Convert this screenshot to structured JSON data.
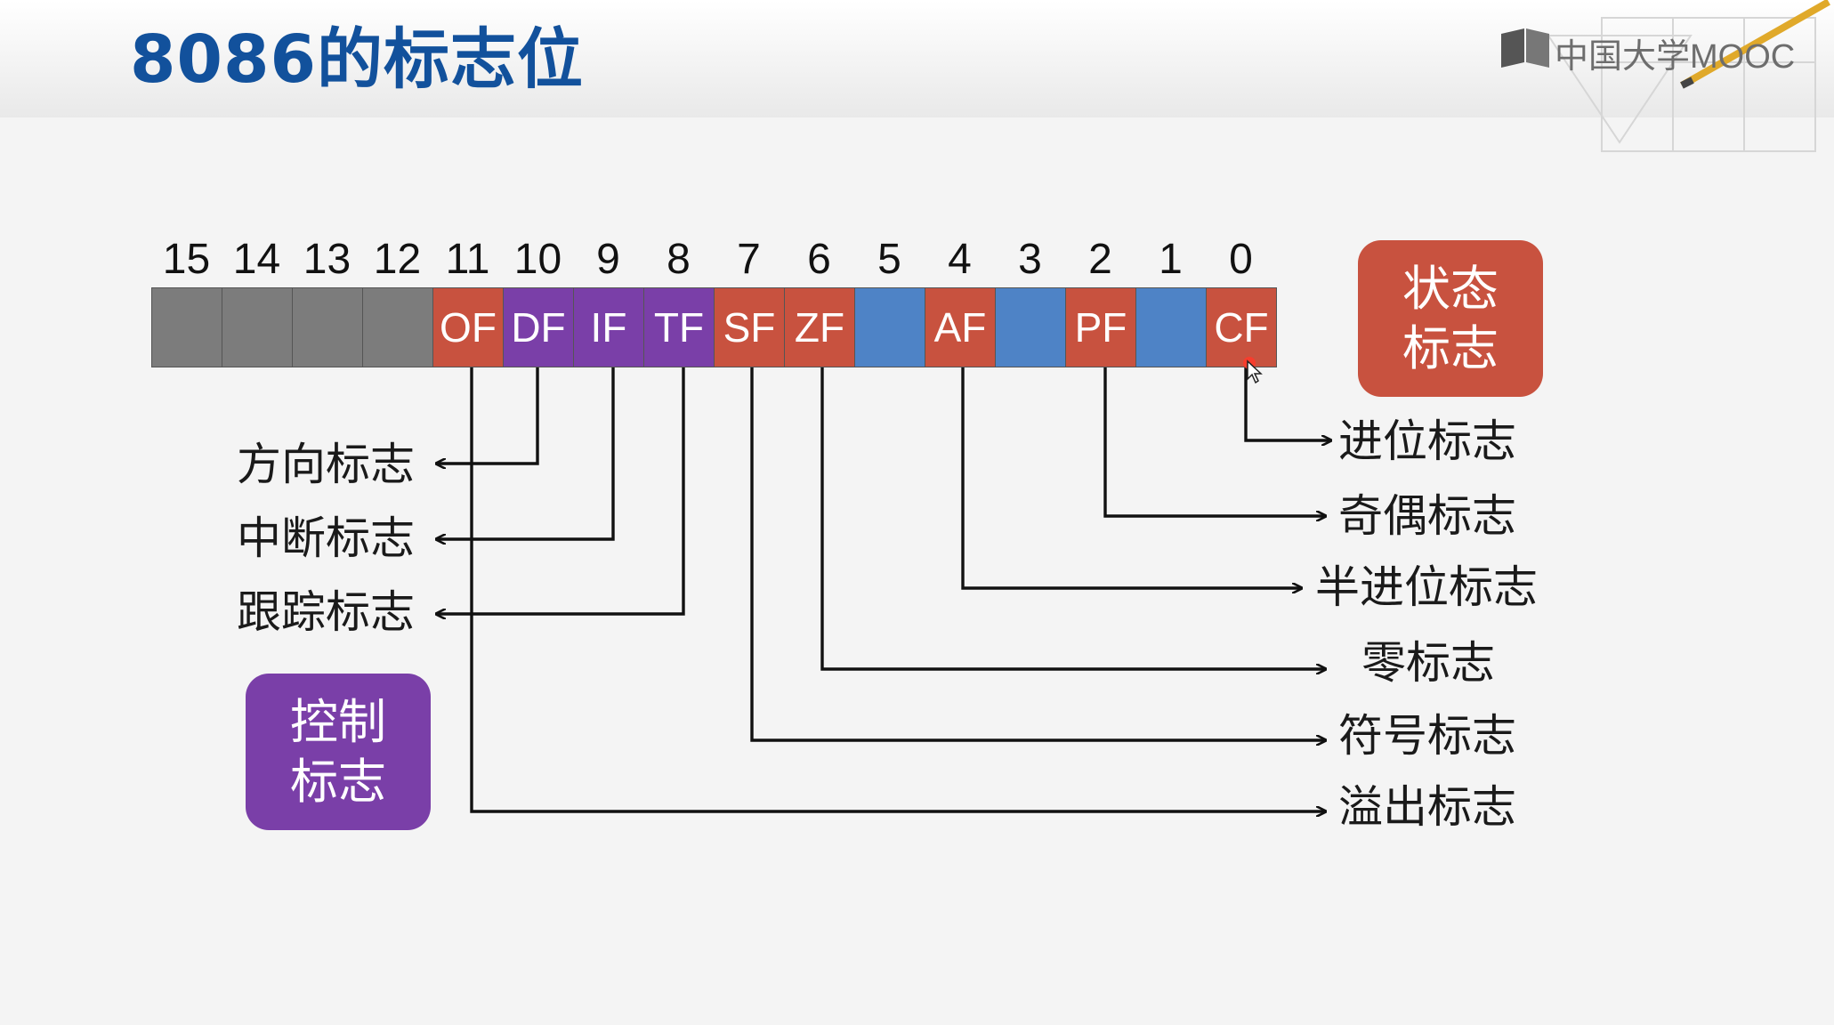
{
  "title": "8086的标志位",
  "logo": {
    "text": "中国大学MOOC"
  },
  "register": {
    "bits": [
      {
        "num": "15",
        "flag": "",
        "type": "reserved"
      },
      {
        "num": "14",
        "flag": "",
        "type": "reserved"
      },
      {
        "num": "13",
        "flag": "",
        "type": "reserved"
      },
      {
        "num": "12",
        "flag": "",
        "type": "reserved"
      },
      {
        "num": "11",
        "flag": "OF",
        "type": "status"
      },
      {
        "num": "10",
        "flag": "DF",
        "type": "control"
      },
      {
        "num": "9",
        "flag": "IF",
        "type": "control"
      },
      {
        "num": "8",
        "flag": "TF",
        "type": "control"
      },
      {
        "num": "7",
        "flag": "SF",
        "type": "status"
      },
      {
        "num": "6",
        "flag": "ZF",
        "type": "status"
      },
      {
        "num": "5",
        "flag": "",
        "type": "empty"
      },
      {
        "num": "4",
        "flag": "AF",
        "type": "status"
      },
      {
        "num": "3",
        "flag": "",
        "type": "empty"
      },
      {
        "num": "2",
        "flag": "PF",
        "type": "status"
      },
      {
        "num": "1",
        "flag": "",
        "type": "empty"
      },
      {
        "num": "0",
        "flag": "CF",
        "type": "status"
      }
    ],
    "colors": {
      "reserved": "#7c7c7c",
      "status": "#c8523f",
      "control": "#7a3fa8",
      "empty": "#4e83c6"
    }
  },
  "labels": {
    "control": [
      {
        "flag": "DF",
        "text": "方向标志"
      },
      {
        "flag": "IF",
        "text": "中断标志"
      },
      {
        "flag": "TF",
        "text": "跟踪标志"
      }
    ],
    "status": [
      {
        "flag": "CF",
        "text": "进位标志"
      },
      {
        "flag": "PF",
        "text": "奇偶标志"
      },
      {
        "flag": "AF",
        "text": "半进位标志"
      },
      {
        "flag": "ZF",
        "text": "零标志"
      },
      {
        "flag": "SF",
        "text": "符号标志"
      },
      {
        "flag": "OF",
        "text": "溢出标志"
      }
    ]
  },
  "groups": {
    "status_line1": "状态",
    "status_line2": "标志",
    "control_line1": "控制",
    "control_line2": "标志"
  },
  "title_color": "#12519c"
}
